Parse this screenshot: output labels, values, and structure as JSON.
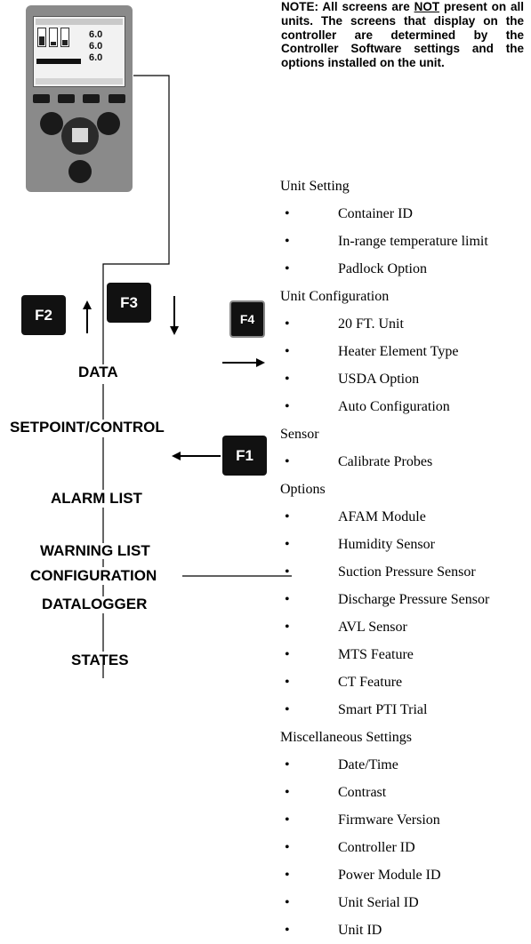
{
  "device": {
    "temps": [
      "6.0",
      "6.0",
      "6.0"
    ]
  },
  "keys": {
    "f1": "F1",
    "f2": "F2",
    "f3": "F3",
    "f4": "F4"
  },
  "menu": [
    "DATA",
    "SETPOINT/CONTROL",
    "ALARM LIST",
    "WARNING LIST",
    "CONFIGURATION",
    "DATALOGGER",
    "STATES"
  ],
  "note": {
    "prefix": "NOTE: All screens are ",
    "emph": "NOT",
    "suffix": " present on all units. The screens that display on the controller are determined by the Controller Software settings and the options installed on the unit."
  },
  "groups": [
    {
      "title": "Unit Setting",
      "items": [
        "Container ID",
        "In-range temperature limit",
        "Padlock Option"
      ]
    },
    {
      "title": "Unit Configuration",
      "items": [
        "20 FT. Unit",
        "Heater Element Type",
        "USDA Option",
        "Auto Configuration"
      ]
    },
    {
      "title": "Sensor",
      "items": [
        "Calibrate Probes"
      ]
    },
    {
      "title": "Options",
      "items": [
        "AFAM Module",
        "Humidity Sensor",
        "Suction Pressure Sensor",
        "Discharge Pressure Sensor",
        "AVL Sensor",
        "MTS Feature",
        "CT Feature",
        "Smart PTI Trial"
      ]
    },
    {
      "title": "Miscellaneous Settings",
      "items": [
        "Date/Time",
        "Contrast",
        "Firmware Version",
        "Controller ID",
        "Power Module ID",
        "Unit Serial ID",
        "Unit ID"
      ]
    }
  ],
  "bullet": "•"
}
